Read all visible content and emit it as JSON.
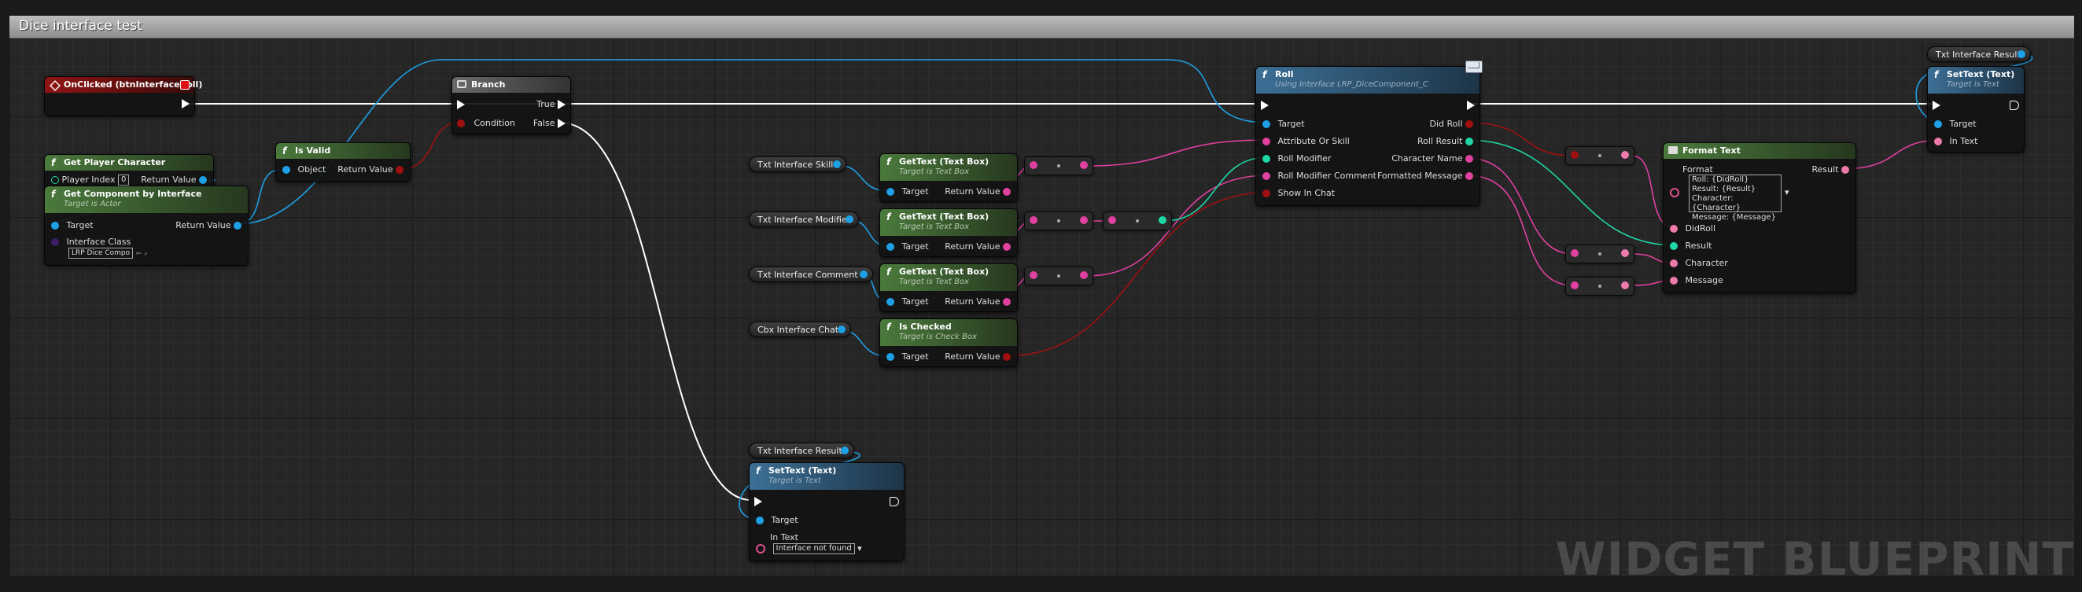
{
  "graph_title": "Dice interface test",
  "watermark": "WIDGET BLUEPRINT",
  "colors": {
    "exec": "#ffffff",
    "object": "#1ea0e6",
    "text": "#e040a0",
    "bool": "#a01010",
    "string": "#1fd6a6",
    "format": "#ec7aaa"
  },
  "nodes": {
    "onclicked": {
      "title": "OnClicked (btnInterfaceRoll)"
    },
    "branch": {
      "title": "Branch",
      "true_label": "True",
      "condition_label": "Condition",
      "false_label": "False"
    },
    "get_player": {
      "title": "Get Player Character",
      "player_index_label": "Player Index",
      "player_index_value": "0",
      "return_label": "Return Value"
    },
    "get_component": {
      "title": "Get Component by Interface",
      "subtitle": "Target is Actor",
      "target_label": "Target",
      "return_label": "Return Value",
      "interface_label": "Interface Class",
      "interface_value": "LRP Dice Compo"
    },
    "is_valid": {
      "title": "Is Valid",
      "object_label": "Object",
      "return_label": "Return Value"
    },
    "var_skill": {
      "label": "Txt Interface Skill"
    },
    "var_modifier": {
      "label": "Txt Interface Modifier"
    },
    "var_comment": {
      "label": "Txt Interface Comment"
    },
    "var_chat": {
      "label": "Cbx Interface Chat"
    },
    "var_result_top": {
      "label": "Txt Interface Result"
    },
    "var_result_bottom": {
      "label": "Txt Interface Result"
    },
    "gettext1": {
      "title": "GetText (Text Box)",
      "subtitle": "Target is Text Box",
      "target_label": "Target",
      "return_label": "Return Value"
    },
    "gettext2": {
      "title": "GetText (Text Box)",
      "subtitle": "Target is Text Box",
      "target_label": "Target",
      "return_label": "Return Value"
    },
    "gettext3": {
      "title": "GetText (Text Box)",
      "subtitle": "Target is Text Box",
      "target_label": "Target",
      "return_label": "Return Value"
    },
    "ischecked": {
      "title": "Is Checked",
      "subtitle": "Target is Check Box",
      "target_label": "Target",
      "return_label": "Return Value"
    },
    "roll": {
      "title": "Roll",
      "subtitle": "Using Interface LRP_DiceComponent_C",
      "target_label": "Target",
      "attr_label": "Attribute Or Skill",
      "mod_label": "Roll Modifier",
      "comment_label": "Roll Modifier Comment",
      "chat_label": "Show In Chat",
      "did_roll_label": "Did Roll",
      "roll_result_label": "Roll Result",
      "char_label": "Character Name",
      "msg_label": "Formatted Message"
    },
    "format": {
      "title": "Format Text",
      "format_label": "Format",
      "result_label": "Result",
      "format_lines": [
        "Roll: {DidRoll}",
        "Result: {Result}",
        "Character: {Character}",
        "Message: {Message}"
      ],
      "didroll_label": "DidRoll",
      "result_in_label": "Result",
      "character_label": "Character",
      "message_label": "Message"
    },
    "settext_top": {
      "title": "SetText (Text)",
      "subtitle": "Target is Text",
      "target_label": "Target",
      "intext_label": "In Text"
    },
    "settext_bottom": {
      "title": "SetText (Text)",
      "subtitle": "Target is Text",
      "target_label": "Target",
      "intext_label": "In Text",
      "intext_value": "Interface not found"
    }
  }
}
